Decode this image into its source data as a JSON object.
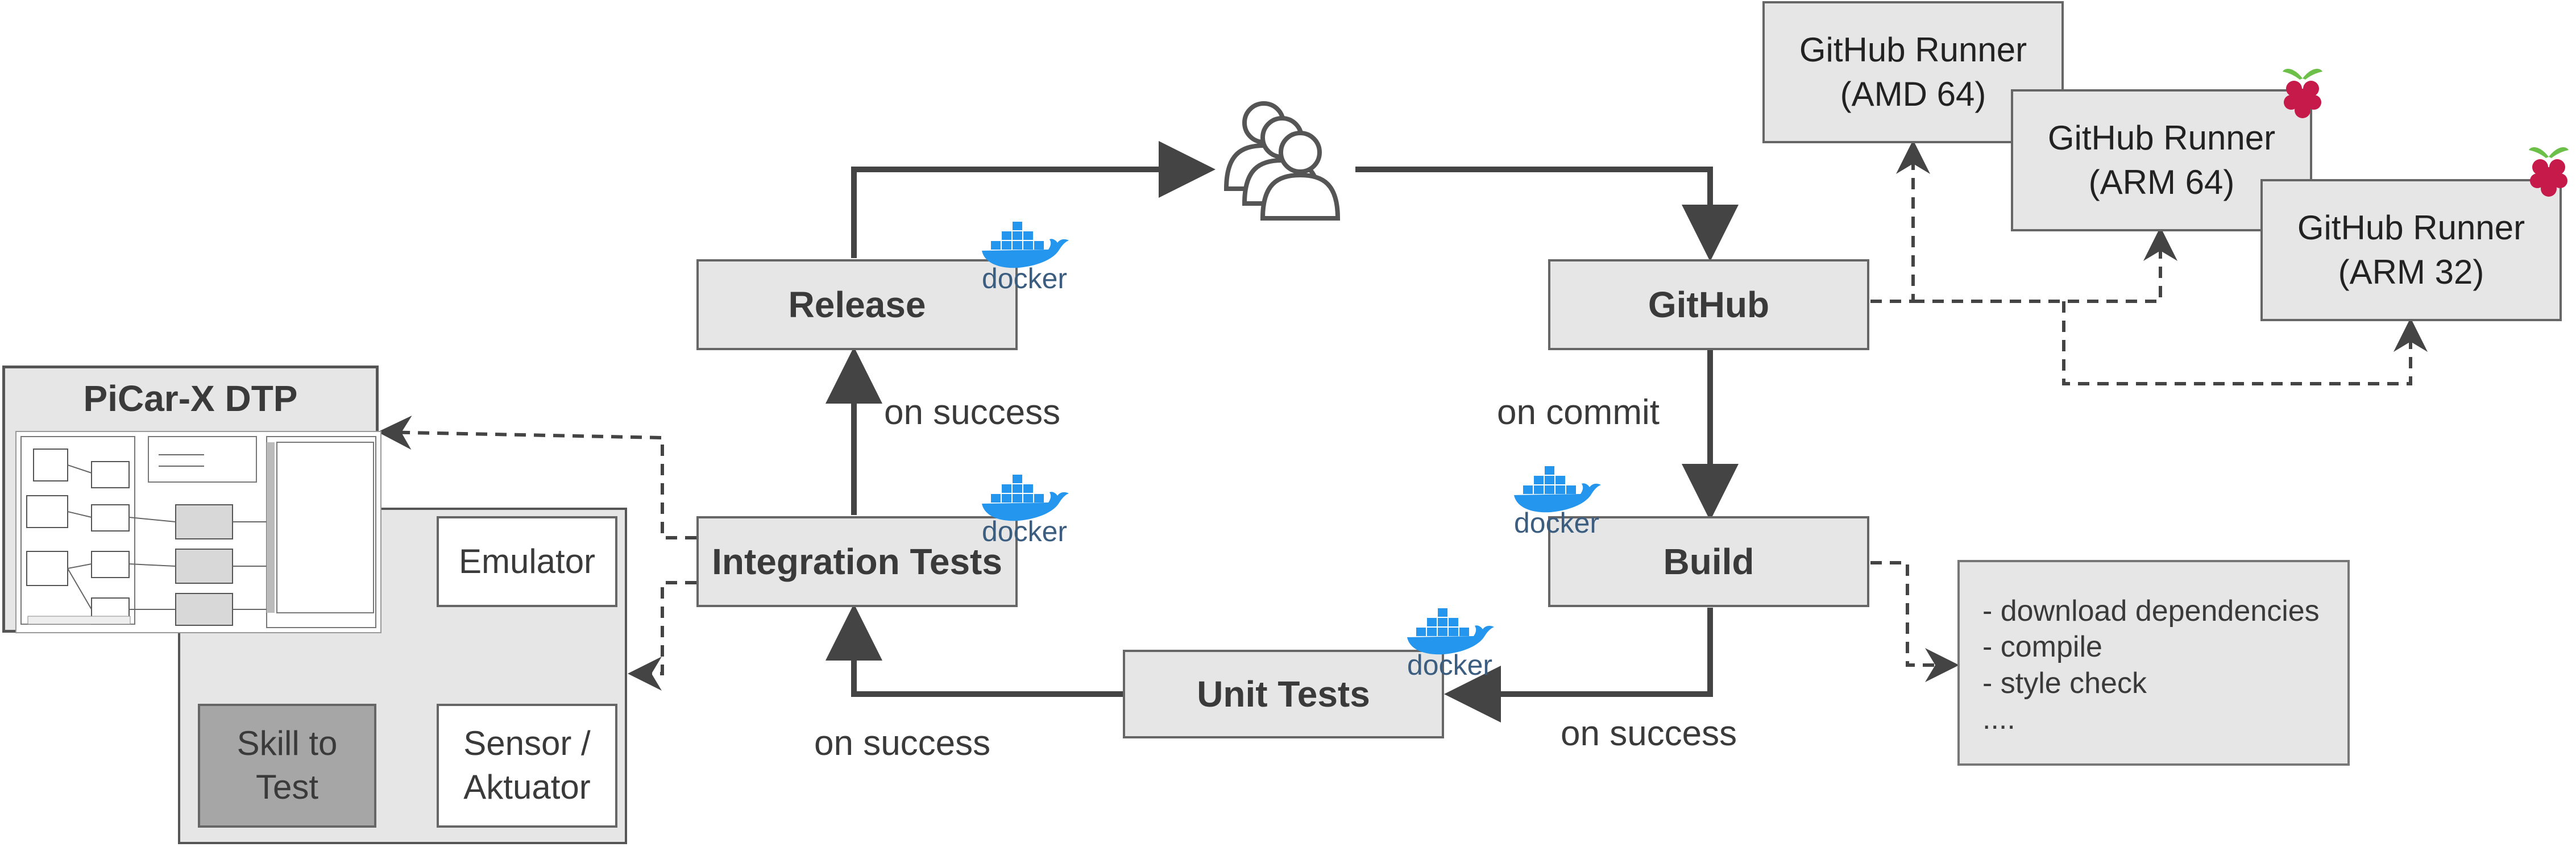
{
  "nodes": {
    "release": "Release",
    "github": "GitHub",
    "integration_tests": "Integration Tests",
    "build": "Build",
    "unit_tests": "Unit Tests",
    "emulator": "Emulator",
    "sensor_line1": "Sensor /",
    "sensor_line2": "Aktuator",
    "skill_line1": "Skill to",
    "skill_line2": "Test"
  },
  "runners": [
    {
      "line1": "GitHub Runner",
      "line2": "(AMD 64)"
    },
    {
      "line1": "GitHub Runner",
      "line2": "(ARM 64)"
    },
    {
      "line1": "GitHub Runner",
      "line2": "(ARM 32)"
    }
  ],
  "edge_labels": {
    "release_success": "on success",
    "on_commit": "on commit",
    "build_success": "on success",
    "unit_success": "on success"
  },
  "build_steps": [
    "- download dependencies",
    "- compile",
    "- style check",
    "...."
  ],
  "dtp": {
    "title": "PiCar-X DTP"
  },
  "badges": {
    "docker": "docker"
  },
  "icons": {
    "users": "users-group-icon",
    "docker": "docker-whale-icon",
    "raspberry": "raspberry-pi-icon"
  },
  "colors": {
    "box_fill": "#e6e6e6",
    "border": "#666666",
    "arrow": "#444444",
    "docker_blue": "#2496ed",
    "raspberry_red": "#c51a4a"
  }
}
